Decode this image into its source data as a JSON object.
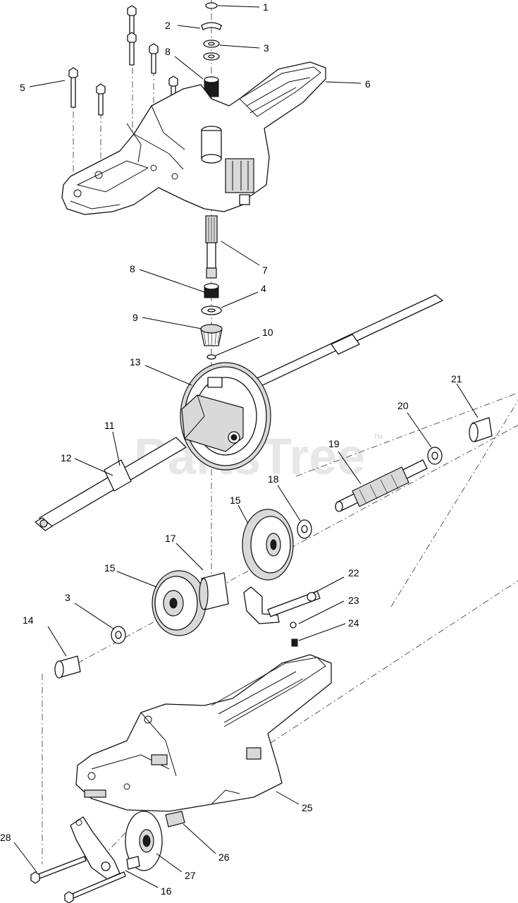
{
  "diagram": {
    "watermark": {
      "text": "PartsTree",
      "trademark": "TM"
    },
    "callouts": {
      "c1": "1",
      "c2": "2",
      "c3a": "3",
      "c3b": "3",
      "c4": "4",
      "c5": "5",
      "c6": "6",
      "c7": "7",
      "c8a": "8",
      "c8b": "8",
      "c9": "9",
      "c10": "10",
      "c11": "11",
      "c12": "12",
      "c13": "13",
      "c14": "14",
      "c15a": "15",
      "c15b": "15",
      "c16": "16",
      "c17": "17",
      "c18": "18",
      "c19": "19",
      "c20": "20",
      "c21": "21",
      "c22": "22",
      "c23": "23",
      "c24": "24",
      "c25": "25",
      "c26": "26",
      "c27": "27",
      "c28": "28"
    }
  }
}
